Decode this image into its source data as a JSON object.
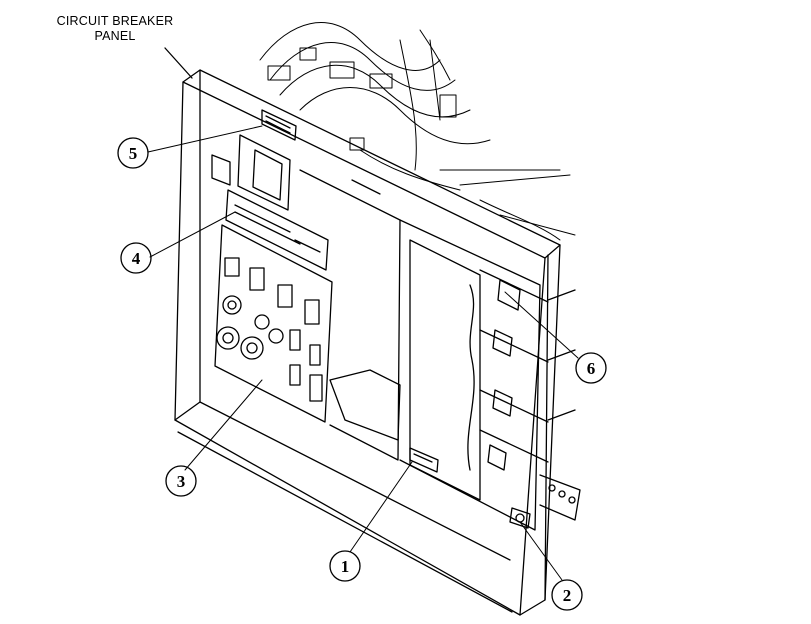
{
  "diagram": {
    "title_line1": "CIRCUIT BREAKER",
    "title_line2": "PANEL",
    "callouts": [
      "1",
      "2",
      "3",
      "4",
      "5",
      "6"
    ]
  }
}
